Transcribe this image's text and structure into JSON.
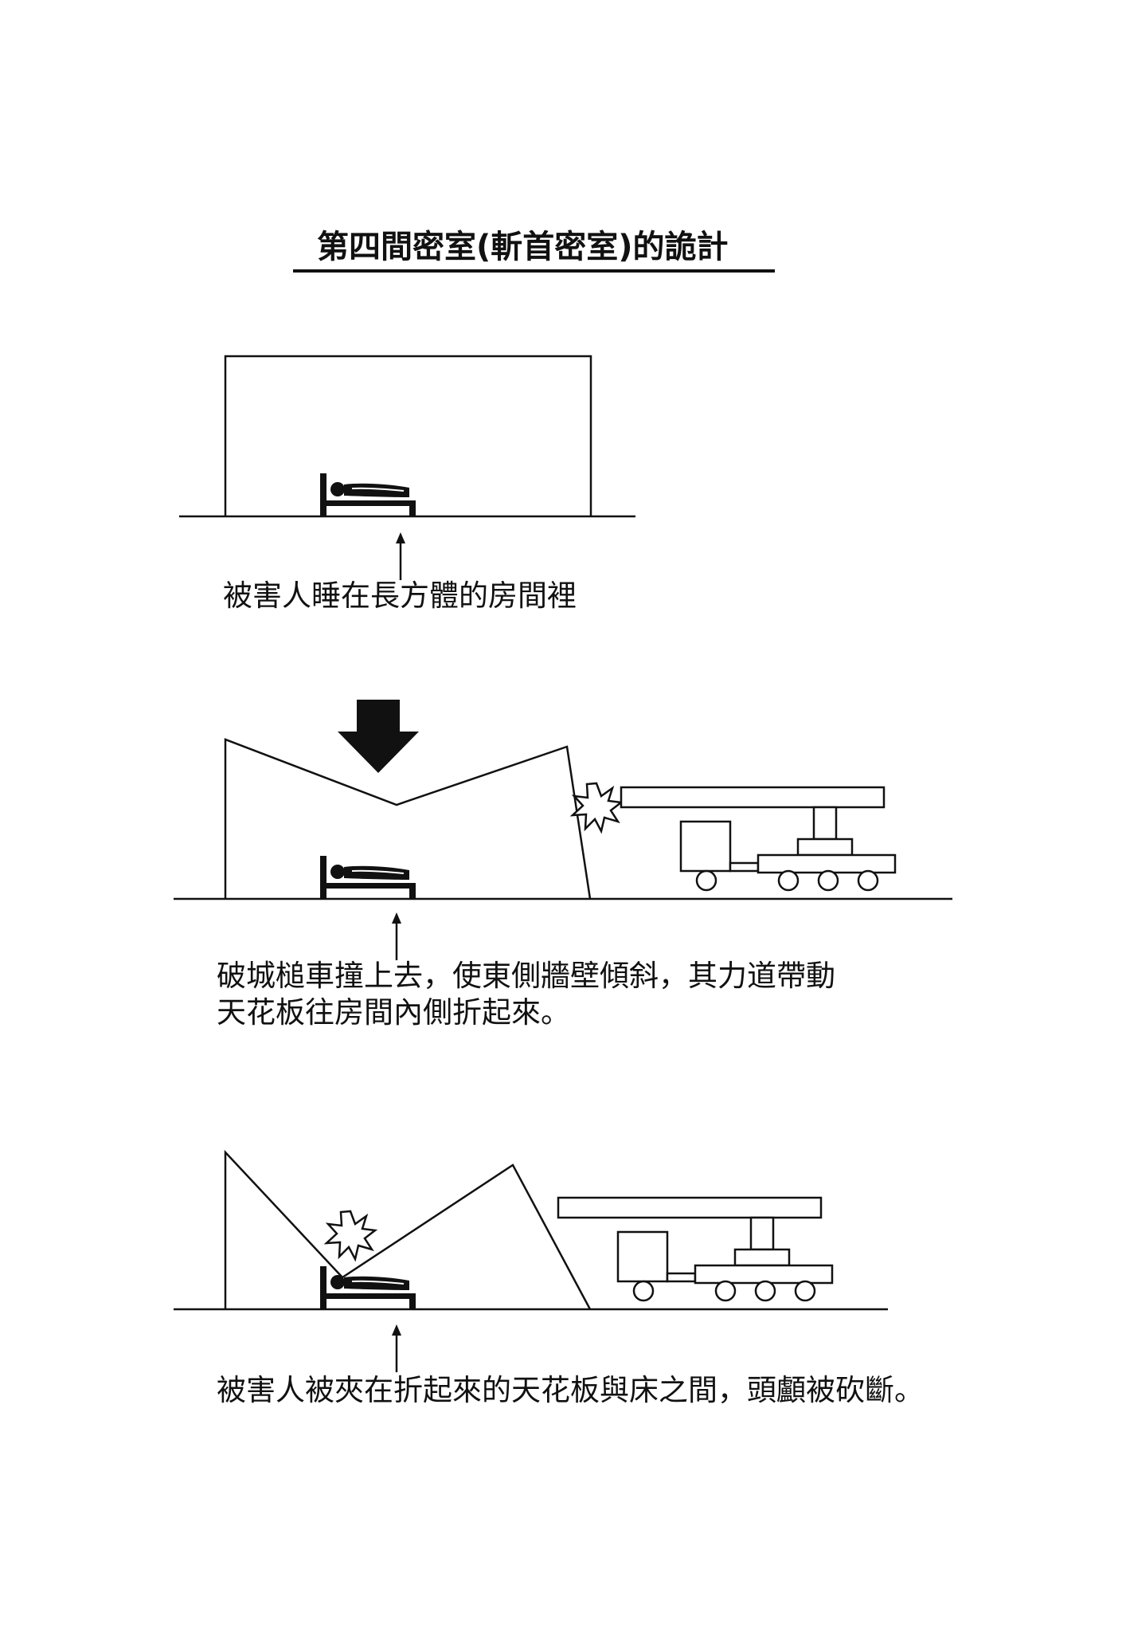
{
  "title": "第四間密室(斬首密室)的詭計",
  "panels": [
    {
      "caption_lines": [
        "被害人睡在長方體的房間裡"
      ]
    },
    {
      "caption_lines": [
        "破城槌車撞上去，使東側牆壁傾斜，其力道帶動",
        "天花板往房間內側折起來。"
      ]
    },
    {
      "caption_lines": [
        "被害人被夾在折起來的天花板與床之間，頭顱被砍斷。"
      ]
    }
  ],
  "icons": [
    "bed-with-sleeper-icon",
    "up-arrow-icon",
    "down-arrow-icon",
    "impact-burst-icon",
    "battering-ram-truck-icon"
  ]
}
